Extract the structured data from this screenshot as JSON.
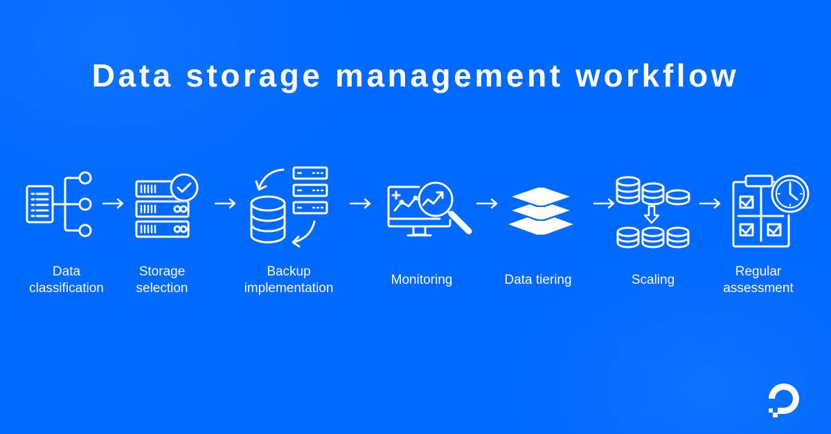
{
  "title": "Data storage management workflow",
  "steps": [
    {
      "label": "Data\nclassification",
      "icon": "hierarchy-list-icon"
    },
    {
      "label": "Storage\nselection",
      "icon": "server-check-icon"
    },
    {
      "label": "Backup\nimplementation",
      "icon": "database-backup-icon"
    },
    {
      "label": "Monitoring",
      "icon": "monitor-analytics-icon"
    },
    {
      "label": "Data tiering",
      "icon": "layers-icon"
    },
    {
      "label": "Scaling",
      "icon": "database-scaling-icon"
    },
    {
      "label": "Regular\nassessment",
      "icon": "clipboard-clock-icon"
    }
  ],
  "connector_icon": "arrow-right-icon",
  "logo": "digitalocean-logo-icon",
  "colors": {
    "background": "#0069ff",
    "foreground": "#ffffff"
  }
}
